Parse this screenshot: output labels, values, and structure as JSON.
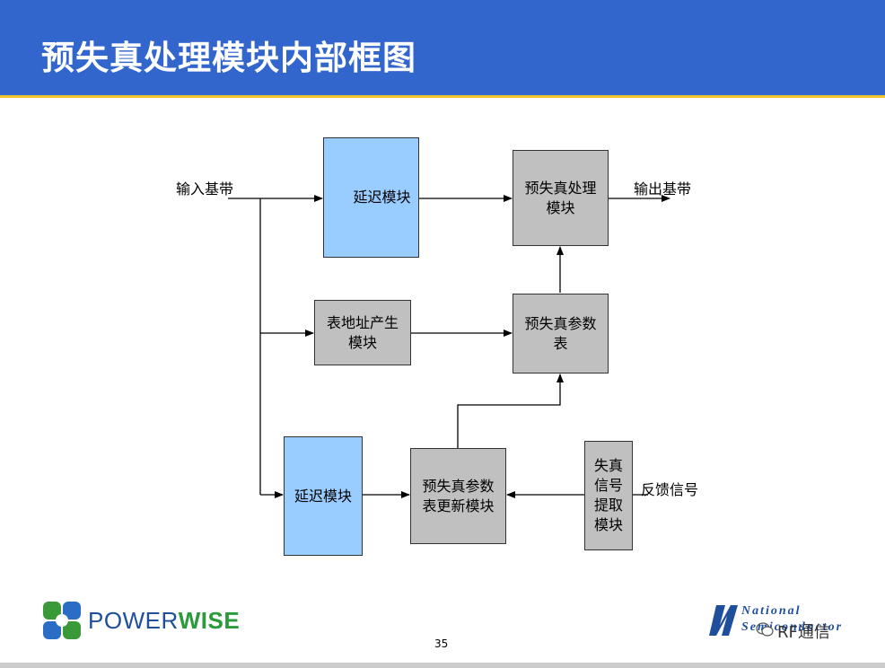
{
  "title": "预失真处理模块内部框图",
  "diagram": {
    "nodes": {
      "delay_top": "延迟模块",
      "predistort": "预失真处理\n模块",
      "addr_gen": "表地址产生\n模块",
      "param_table": "预失真参数\n表",
      "delay_bottom": "延迟模块",
      "table_update": "预失真参数\n表更新模块",
      "distortion_extract": "失真\n信号\n提取\n模块"
    },
    "labels": {
      "input": "输入基带",
      "output": "输出基带",
      "feedback": "反馈信号"
    },
    "colors": {
      "blue_box": "#99ccff",
      "gray_box": "#c0c0c0",
      "header": "#3366cc",
      "header_accent": "#f2c230"
    }
  },
  "footer": {
    "page_number": "35",
    "left_logo": {
      "prefix": "POWER",
      "suffix": "WISE"
    },
    "right_logo": "National\nSemiconductor",
    "watermark": "RF通信"
  }
}
